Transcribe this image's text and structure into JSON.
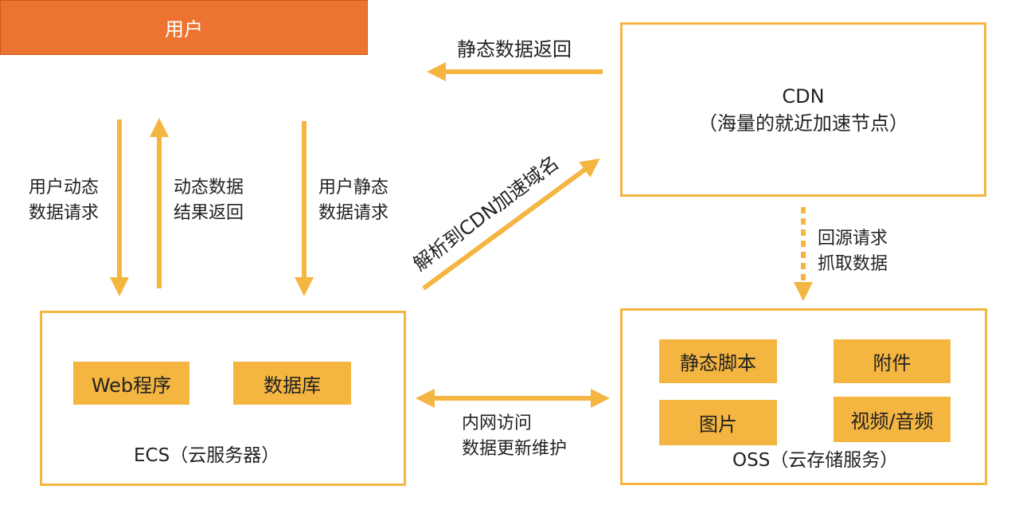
{
  "user_box": {
    "label": "用户"
  },
  "cdn_box": {
    "title": "CDN",
    "subtitle": "（海量的就近加速节点）"
  },
  "ecs_box": {
    "title": "ECS（云服务器）",
    "items": [
      "Web程序",
      "数据库"
    ]
  },
  "oss_box": {
    "title": "OSS（云存储服务）",
    "items": [
      "静态脚本",
      "附件",
      "图片",
      "视频/音频"
    ]
  },
  "arrows": {
    "static_return": "静态数据返回",
    "dynamic_request": [
      "用户动态",
      "数据请求"
    ],
    "dynamic_return": [
      "动态数据",
      "结果返回"
    ],
    "static_request": [
      "用户静态",
      "数据请求"
    ],
    "resolve_cdn": "解析到CDN加速域名",
    "origin_fetch": [
      "回源请求",
      "抓取数据"
    ],
    "intranet": [
      "内网访问",
      "数据更新维护"
    ]
  },
  "colors": {
    "accent": "#F4B541",
    "user": "#ED7430"
  }
}
